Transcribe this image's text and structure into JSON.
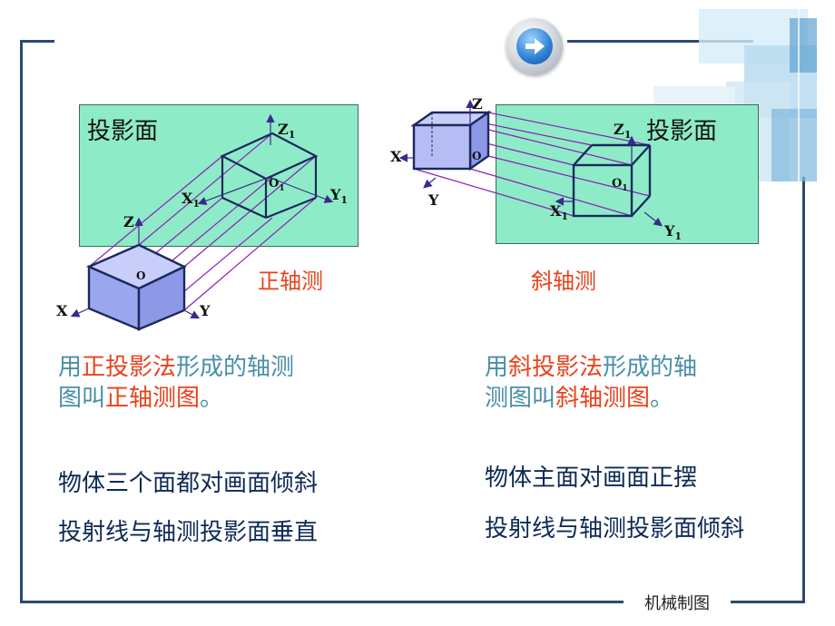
{
  "left": {
    "plane_label": "投影面",
    "method_label": "正轴测",
    "axis": {
      "z1": "Z",
      "z1_sub": "1",
      "x1": "X",
      "x1_sub": "1",
      "y1": "Y",
      "y1_sub": "1",
      "o1": "O",
      "o1_sub": "1",
      "z": "Z",
      "x": "X",
      "y": "Y",
      "o": "O"
    },
    "desc_line1": [
      {
        "t": "用",
        "hl": false
      },
      {
        "t": "正投影法",
        "hl": true
      },
      {
        "t": "形成的轴测",
        "hl": false
      }
    ],
    "desc_line2": [
      {
        "t": "图叫",
        "hl": false
      },
      {
        "t": "正轴测图",
        "hl": true
      },
      {
        "t": "。",
        "hl": false
      }
    ],
    "bullet1": "物体三个面都对画面倾斜",
    "bullet2": "投射线与轴测投影面垂直"
  },
  "right": {
    "plane_label": "投影面",
    "method_label": "斜轴测",
    "axis": {
      "z1": "Z",
      "z1_sub": "1",
      "x1": "X",
      "x1_sub": "1",
      "y1": "Y",
      "y1_sub": "1",
      "o1": "O",
      "o1_sub": "1",
      "z": "Z",
      "x": "X",
      "y": "Y",
      "o": "O"
    },
    "desc_line1": [
      {
        "t": "用",
        "hl": false
      },
      {
        "t": "斜投影法",
        "hl": true
      },
      {
        "t": "形成的轴",
        "hl": false
      }
    ],
    "desc_line2": [
      {
        "t": "测图叫",
        "hl": false
      },
      {
        "t": "斜轴测图",
        "hl": true
      },
      {
        "t": "。",
        "hl": false
      }
    ],
    "bullet1": "物体主面对画面正摆",
    "bullet2": "投射线与轴测投影面倾斜"
  },
  "footer": "机械制图",
  "nav_icon": "arrow-right-icon",
  "colors": {
    "panel": "#8eebc8",
    "highlight": "#e8421c",
    "desc_text": "#4a8fa8",
    "bullet_text": "#0d2a55",
    "cube_front_fill": "#9aa6ee",
    "cube_line": "#1a2a5c",
    "projector": "#8a1fb5"
  }
}
